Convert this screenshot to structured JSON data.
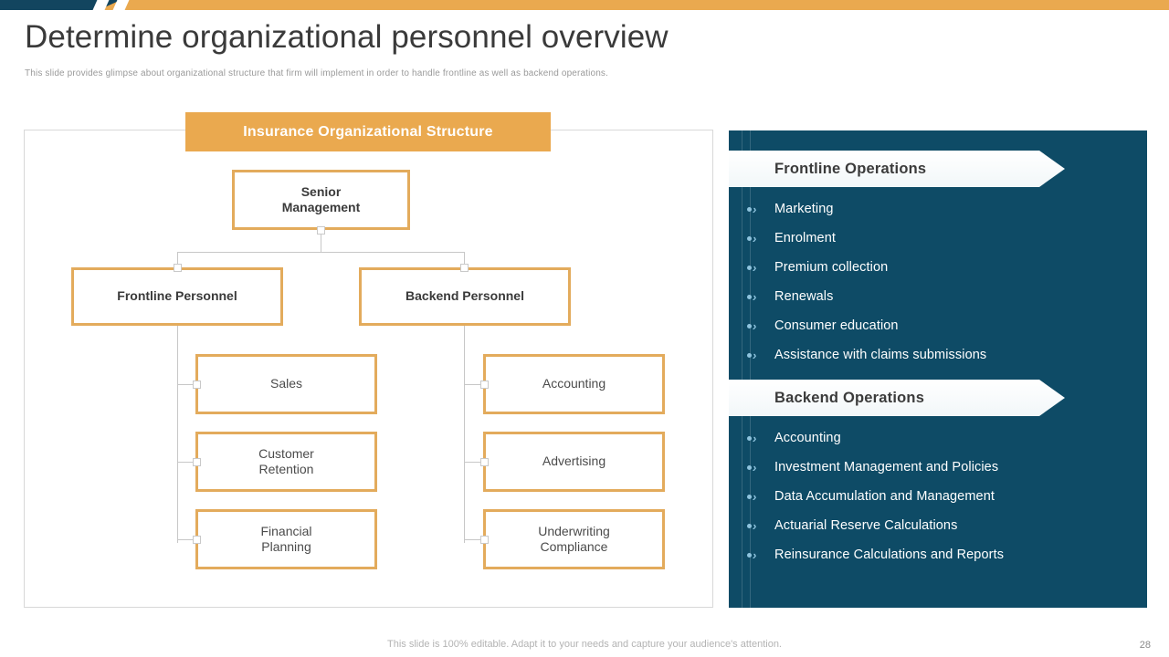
{
  "header": {
    "title": "Determine organizational personnel overview",
    "subtitle": "This slide provides glimpse about organizational structure that firm will implement  in order to handle frontline as well as backend operations."
  },
  "chart": {
    "banner": "Insurance Organizational Structure",
    "root": "Senior\nManagement",
    "root_line1": "Senior",
    "root_line2": "Management",
    "branches": [
      {
        "title": "Frontline Personnel",
        "children": [
          {
            "line1": "Sales",
            "line2": ""
          },
          {
            "line1": "Customer",
            "line2": "Retention"
          },
          {
            "line1": "Financial",
            "line2": "Planning"
          }
        ]
      },
      {
        "title": "Backend Personnel",
        "children": [
          {
            "line1": "Accounting",
            "line2": ""
          },
          {
            "line1": "Advertising",
            "line2": ""
          },
          {
            "line1": "Underwriting",
            "line2": "Compliance"
          }
        ]
      }
    ]
  },
  "operations": {
    "frontline": {
      "heading": "Frontline Operations",
      "items": [
        "Marketing",
        "Enrolment",
        "Premium collection",
        "Renewals",
        "Consumer education",
        "Assistance with claims submissions"
      ]
    },
    "backend": {
      "heading": "Backend Operations",
      "items": [
        "Accounting",
        "Investment  Management and Policies",
        "Data Accumulation and Management",
        "Actuarial Reserve Calculations",
        "Reinsurance Calculations and Reports"
      ]
    }
  },
  "footer": {
    "note": "This slide is 100% editable. Adapt it to your needs and capture your audience's attention.",
    "page_number": "28"
  },
  "colors": {
    "accent_orange": "#eaa94f",
    "node_border": "#e3ab5c",
    "panel_dark": "#0e4b66",
    "bullet": "#8fc4de",
    "title_text": "#3a3a3a"
  }
}
